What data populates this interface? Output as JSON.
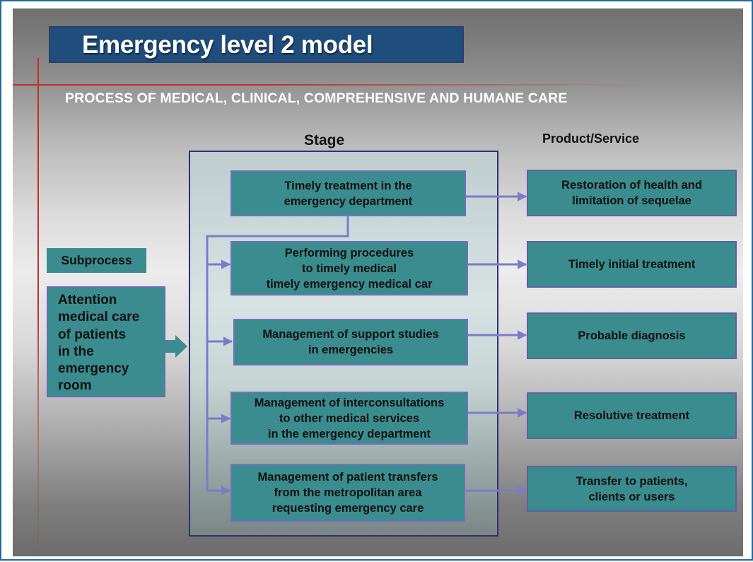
{
  "title": "Emergency level 2 model",
  "subtitle": "PROCESS OF MEDICAL, CLINICAL, COMPREHENSIVE AND HUMANE CARE",
  "columns": {
    "stage": "Stage",
    "product": "Product/Service"
  },
  "subprocess": {
    "label": "Subprocess",
    "text": "Attention\nmedical care\nof patients\nin the\nemergency\nroom"
  },
  "stages": [
    {
      "text": "Timely treatment in the\nemergency department"
    },
    {
      "text": "Performing procedures\nto timely medical\ntimely emergency medical car"
    },
    {
      "text": "Management of support studies\nin emergencies"
    },
    {
      "text": "Management of interconsultations\nto other medical services\n in the emergency department"
    },
    {
      "text": "Management of patient transfers\nfrom the metropolitan area\nrequesting emergency care"
    }
  ],
  "products": [
    {
      "text": "Restoration of health and\nlimitation of sequelae"
    },
    {
      "text": "Timely initial treatment"
    },
    {
      "text": "Probable diagnosis"
    },
    {
      "text": "Resolutive treatment"
    },
    {
      "text": "Transfer to patients,\nclients or users"
    }
  ],
  "colors": {
    "title_bg": "#1f4e7c",
    "box_fill": "#3a8c8f",
    "box_border": "#7070c0",
    "arrow": "#7b7bc8",
    "stage_border": "#2f2f7a",
    "accent_red": "#c0302a"
  }
}
